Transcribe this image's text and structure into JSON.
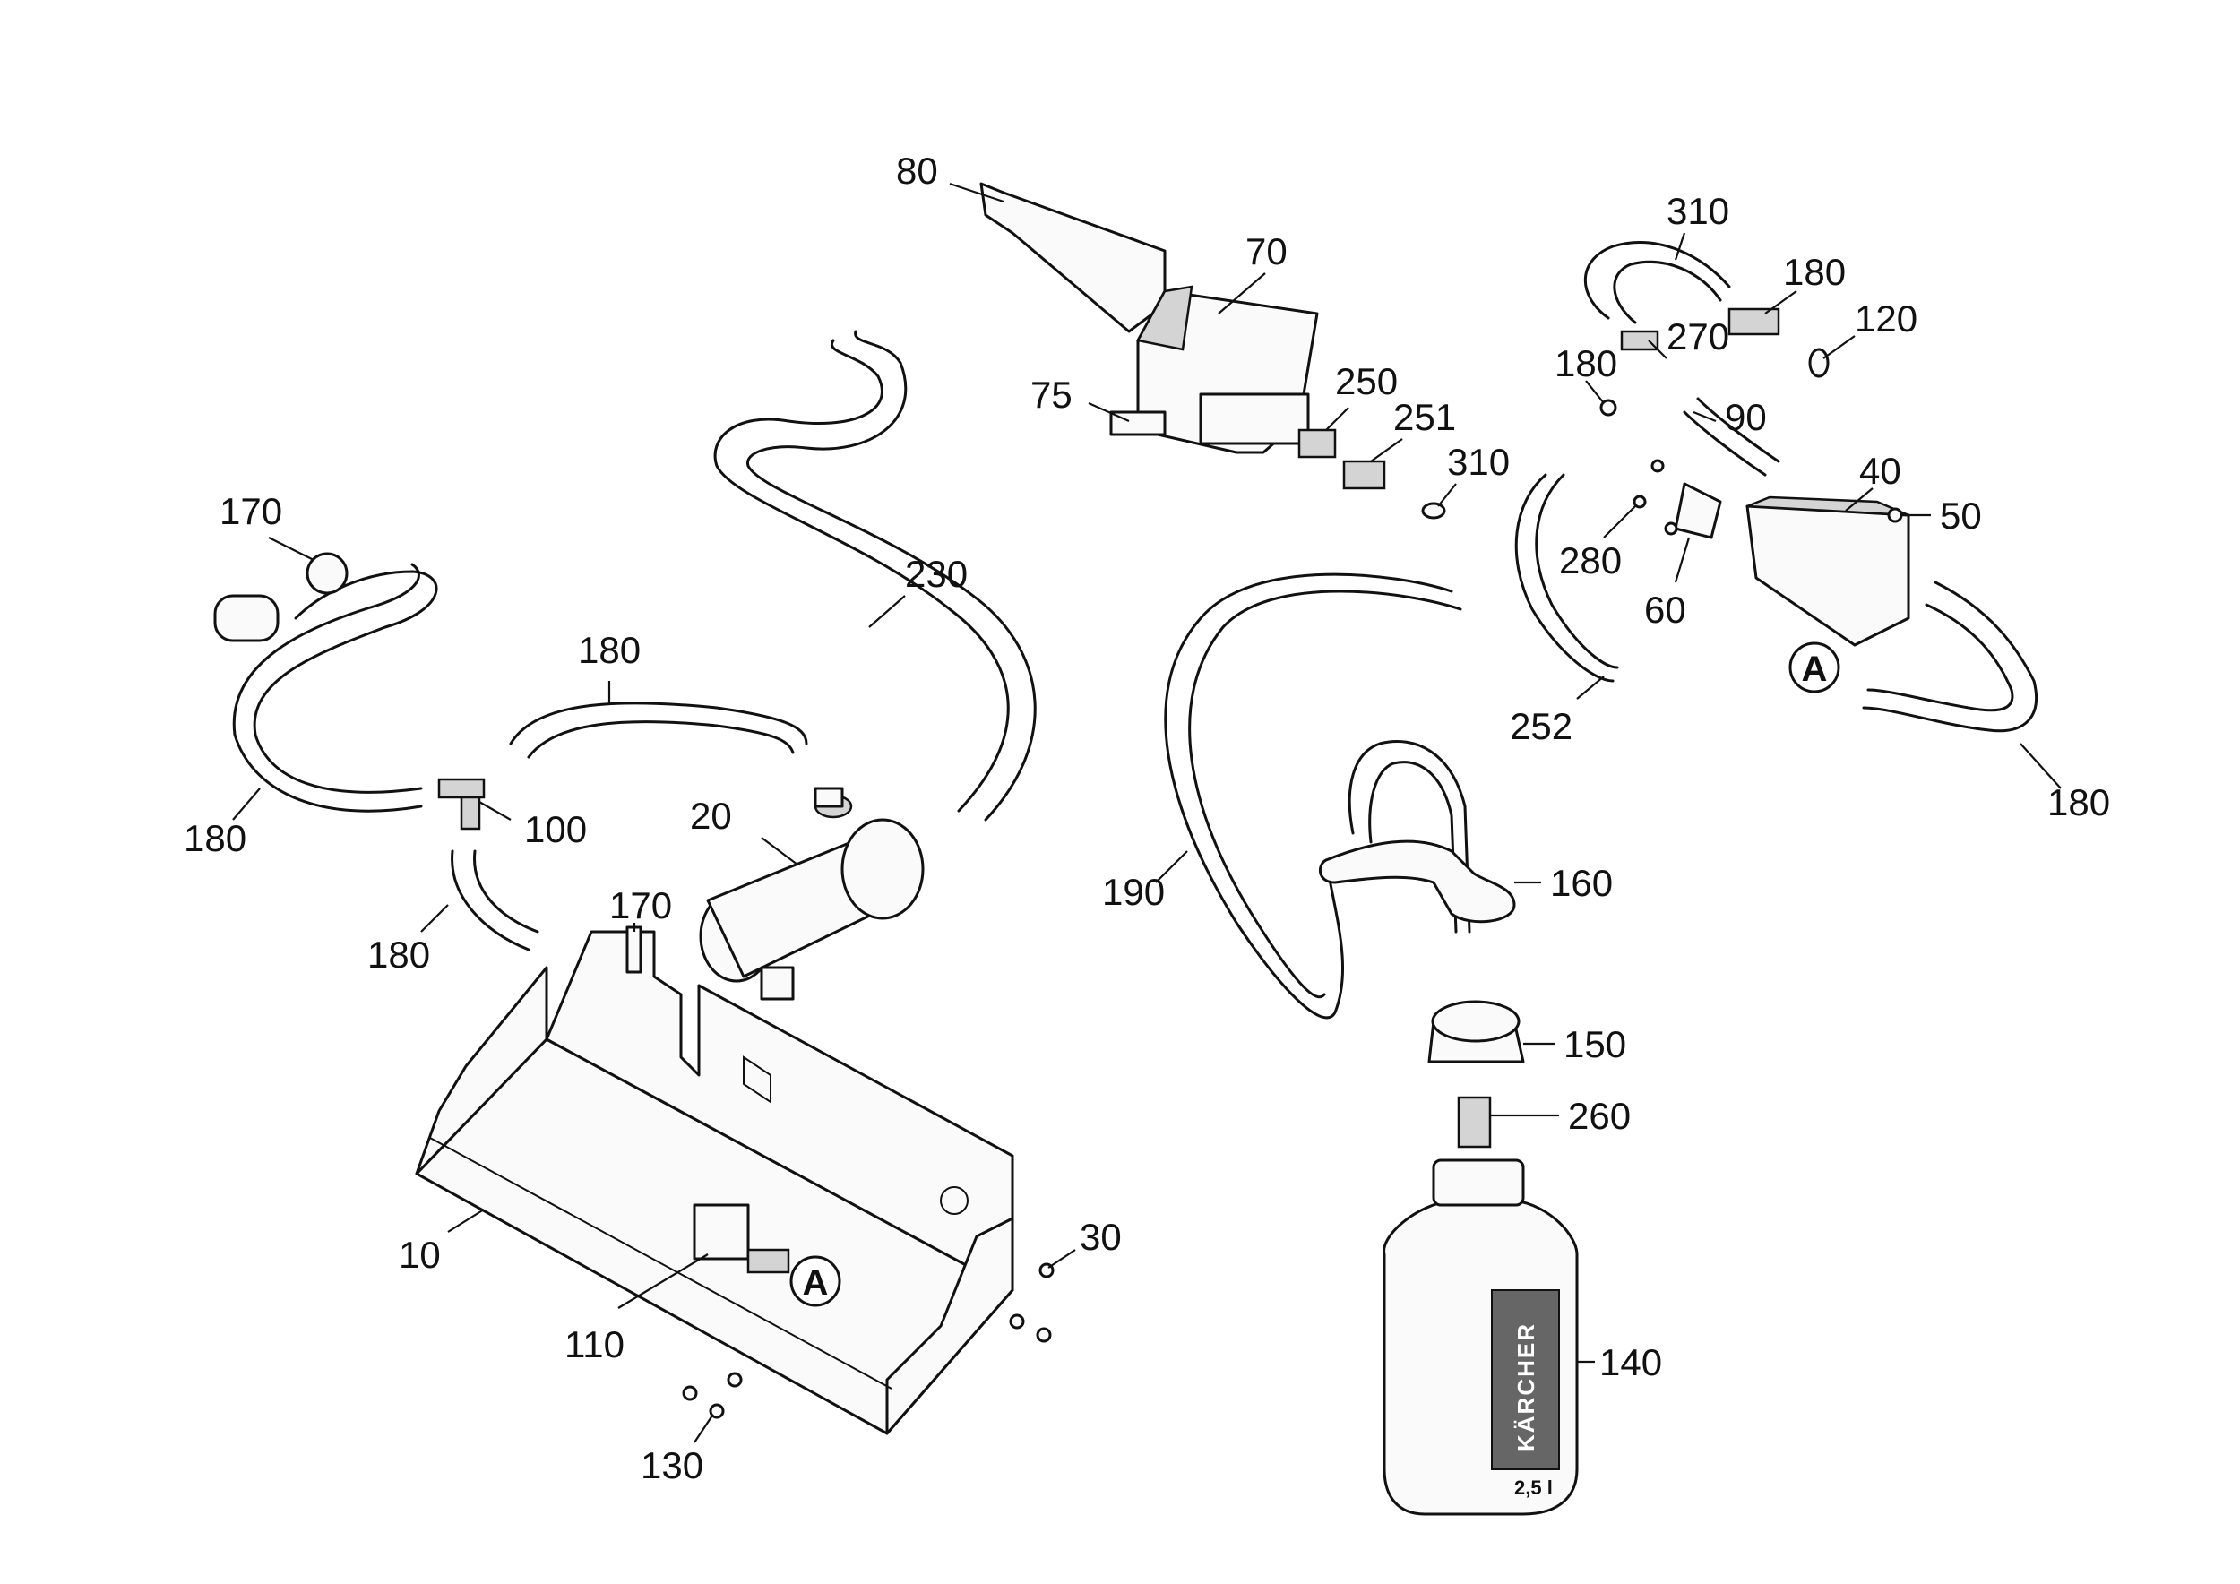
{
  "callouts": [
    {
      "id": "c80",
      "text": "80"
    },
    {
      "id": "c70",
      "text": "70"
    },
    {
      "id": "c75",
      "text": "75"
    },
    {
      "id": "c250",
      "text": "250"
    },
    {
      "id": "c251",
      "text": "251"
    },
    {
      "id": "c310a",
      "text": "310"
    },
    {
      "id": "c310b",
      "text": "310"
    },
    {
      "id": "c180a",
      "text": "180"
    },
    {
      "id": "c120",
      "text": "120"
    },
    {
      "id": "c270",
      "text": "270"
    },
    {
      "id": "c90",
      "text": "90"
    },
    {
      "id": "c180b",
      "text": "180"
    },
    {
      "id": "c40",
      "text": "40"
    },
    {
      "id": "c50",
      "text": "50"
    },
    {
      "id": "c280",
      "text": "280"
    },
    {
      "id": "c60",
      "text": "60"
    },
    {
      "id": "c252",
      "text": "252"
    },
    {
      "id": "c180c",
      "text": "180"
    },
    {
      "id": "c170a",
      "text": "170"
    },
    {
      "id": "c230",
      "text": "230"
    },
    {
      "id": "c180d",
      "text": "180"
    },
    {
      "id": "c180e",
      "text": "180"
    },
    {
      "id": "c100",
      "text": "100"
    },
    {
      "id": "c20",
      "text": "20"
    },
    {
      "id": "c170b",
      "text": "170"
    },
    {
      "id": "c180f",
      "text": "180"
    },
    {
      "id": "c190",
      "text": "190"
    },
    {
      "id": "c160",
      "text": "160"
    },
    {
      "id": "c150",
      "text": "150"
    },
    {
      "id": "c260",
      "text": "260"
    },
    {
      "id": "c10",
      "text": "10"
    },
    {
      "id": "c30",
      "text": "30"
    },
    {
      "id": "c110",
      "text": "110"
    },
    {
      "id": "c130",
      "text": "130"
    },
    {
      "id": "c140",
      "text": "140"
    }
  ],
  "markers": {
    "upper": "A",
    "lower": "A"
  },
  "bottle": {
    "brand": "KÄRCHER",
    "volume": "2,5 l"
  }
}
